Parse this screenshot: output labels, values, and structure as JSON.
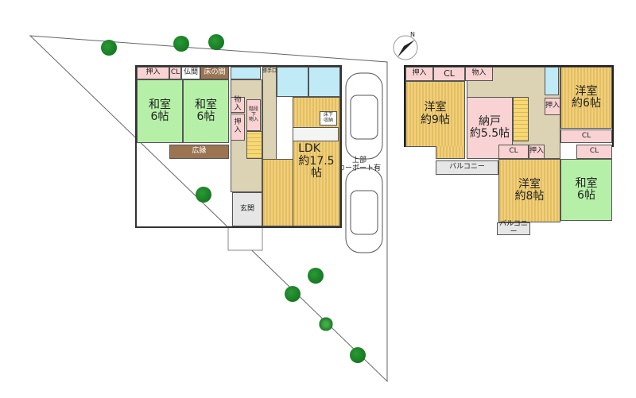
{
  "floor1": {
    "rooms": {
      "oshiire1": "押入",
      "cl1": "CL",
      "butsuma": "仏間",
      "tokonoma": "床の間",
      "washitsu1": "和室\n6帖",
      "washitsu2": "和室\n6帖",
      "hiroen": "広縁",
      "monoire1": "物入",
      "oshiire2": "押入",
      "kaidanshita": "階段下\n物入",
      "katteguchi": "勝手口",
      "genkan": "玄関",
      "ldk": "LDK\n約17.5帖",
      "yukashita": "床下\n収納"
    }
  },
  "carport_label": "上部\nカーポート有",
  "floor2": {
    "rooms": {
      "oshiire1": "押入",
      "cl1": "CL",
      "monoire": "物入",
      "yoshitsu9": "洋室\n約9帖",
      "nando": "納戸\n約5.5帖",
      "oshiire2": "押入",
      "yoshitsu6": "洋室\n約6帖",
      "cl2": "CL",
      "cl3": "CL",
      "oshiire3": "押入",
      "cl4": "CL",
      "yoshitsu8": "洋室\n約8帖",
      "washitsu": "和室\n6帖",
      "balcony1": "バルコニー",
      "balcony2": "バルコニー"
    }
  },
  "compass_label": "N",
  "colors": {
    "washitsu": "#b6f0a8",
    "yoshitsu": "#e8c46a",
    "storage": "#f9d3d3",
    "water": "#c0eaf5",
    "hall": "#dcd2b4"
  }
}
